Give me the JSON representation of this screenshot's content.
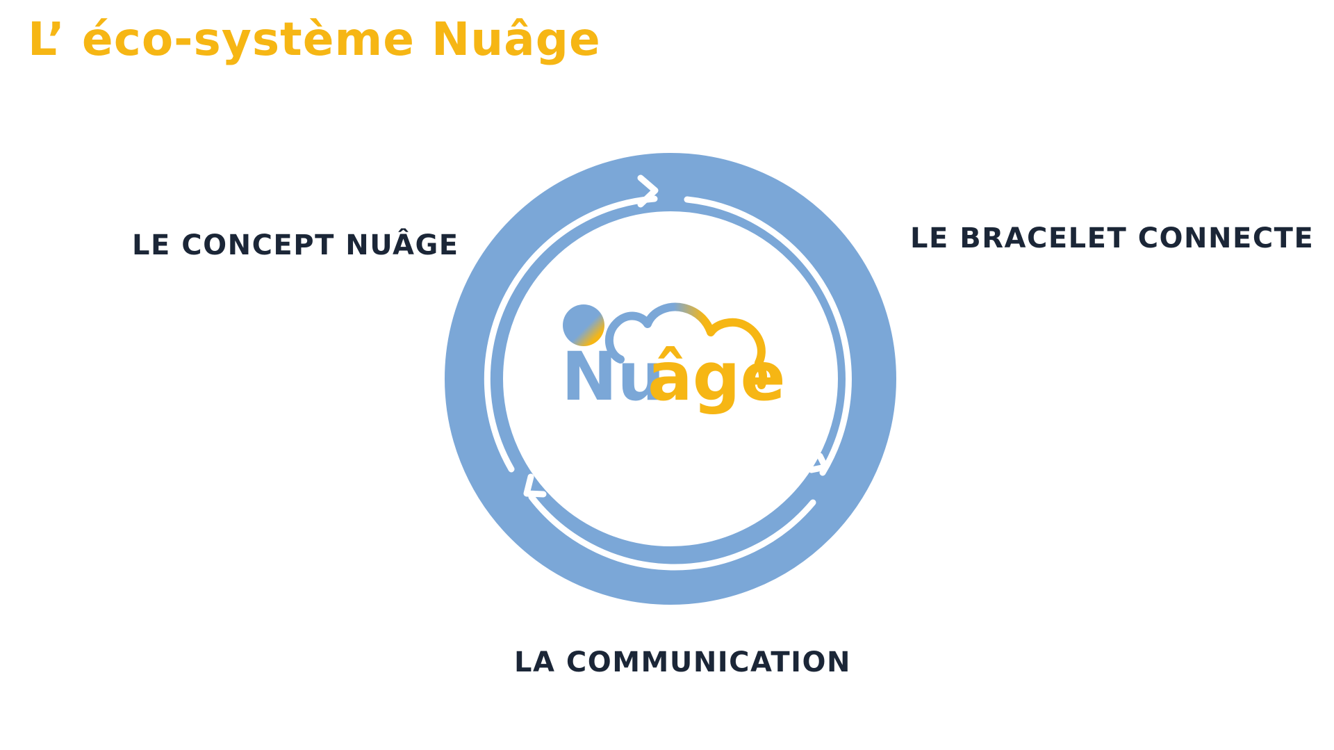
{
  "title": "L’ éco-système Nuâge",
  "labels": {
    "concept": "LE CONCEPT NUÂGE",
    "bracelet": "LE BRACELET CONNECTE",
    "communication": "LA COMMUNICATION"
  },
  "logo": {
    "part1": "Nu",
    "part2": "âge"
  },
  "colors": {
    "title": "#f6b614",
    "ring": "#7ba7d7",
    "arrow": "#ffffff",
    "label": "#1b2637",
    "logo_blue": "#7ba7d7",
    "logo_yellow": "#f6b614"
  },
  "icons": {
    "cycle": "circular-arrows-icon",
    "logo": "nuage-cloud-logo"
  }
}
